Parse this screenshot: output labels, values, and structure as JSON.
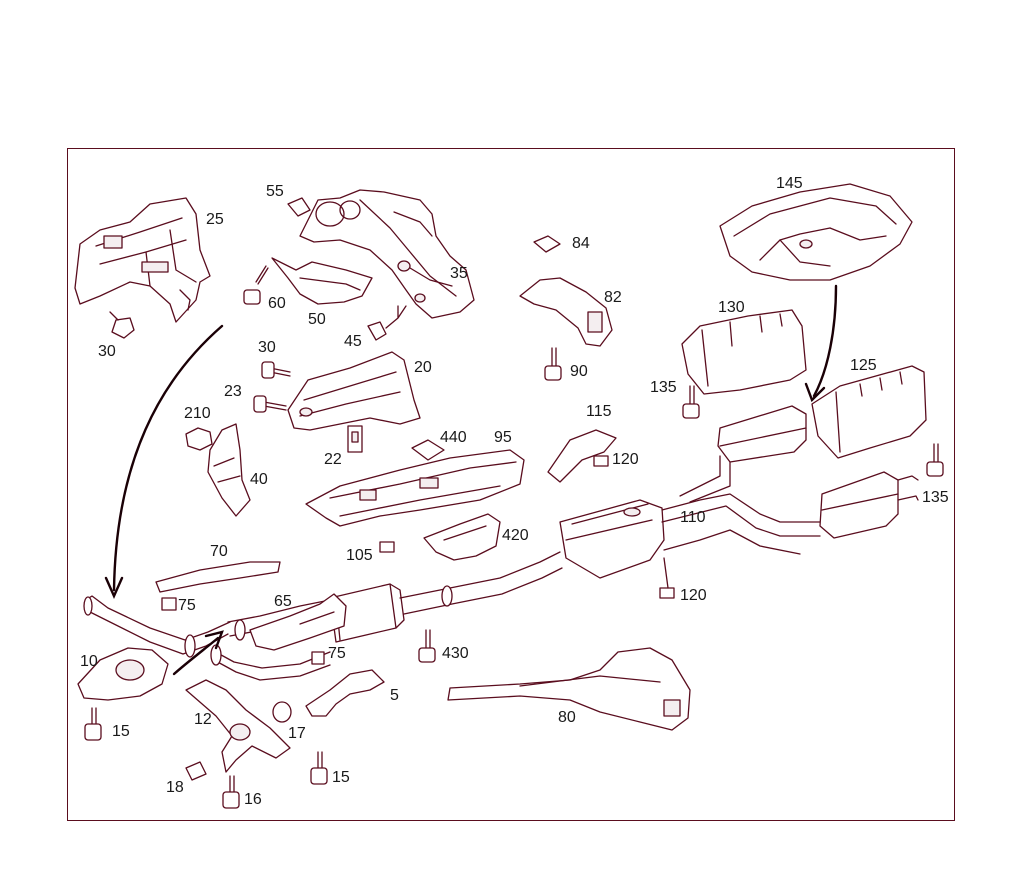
{
  "diagram": {
    "title": "",
    "line_color": "#5a0d1e",
    "label_color": "#1a1a1a"
  },
  "parts": [
    {
      "id": "p25",
      "label": "25",
      "kind": "heat-shield"
    },
    {
      "id": "p30a",
      "label": "30",
      "kind": "clip"
    },
    {
      "id": "p55",
      "label": "55",
      "kind": "nut"
    },
    {
      "id": "p35",
      "label": "35",
      "kind": "heat-shield"
    },
    {
      "id": "p60",
      "label": "60",
      "kind": "bolt"
    },
    {
      "id": "p50",
      "label": "50",
      "kind": "heat-shield"
    },
    {
      "id": "p45",
      "label": "45",
      "kind": "clip"
    },
    {
      "id": "p84",
      "label": "84",
      "kind": "nut"
    },
    {
      "id": "p82",
      "label": "82",
      "kind": "bracket"
    },
    {
      "id": "p90",
      "label": "90",
      "kind": "bolt"
    },
    {
      "id": "p145",
      "label": "145",
      "kind": "heat-shield"
    },
    {
      "id": "p130",
      "label": "130",
      "kind": "heat-shield"
    },
    {
      "id": "p125",
      "label": "125",
      "kind": "heat-shield"
    },
    {
      "id": "p135a",
      "label": "135",
      "kind": "bolt"
    },
    {
      "id": "p135b",
      "label": "135",
      "kind": "bolt"
    },
    {
      "id": "p30b",
      "label": "30",
      "kind": "bolt"
    },
    {
      "id": "p23",
      "label": "23",
      "kind": "bolt"
    },
    {
      "id": "p20",
      "label": "20",
      "kind": "heat-shield"
    },
    {
      "id": "p210",
      "label": "210",
      "kind": "clip"
    },
    {
      "id": "p40",
      "label": "40",
      "kind": "heat-shield"
    },
    {
      "id": "p22",
      "label": "22",
      "kind": "bracket"
    },
    {
      "id": "p440",
      "label": "440",
      "kind": "nut"
    },
    {
      "id": "p95",
      "label": "95",
      "kind": "heat-shield"
    },
    {
      "id": "p115",
      "label": "115",
      "kind": "bracket"
    },
    {
      "id": "p120a",
      "label": "120",
      "kind": "nut"
    },
    {
      "id": "p105",
      "label": "105",
      "kind": "nut"
    },
    {
      "id": "p420",
      "label": "420",
      "kind": "bracket"
    },
    {
      "id": "p110",
      "label": "110",
      "kind": "muffler"
    },
    {
      "id": "p120b",
      "label": "120",
      "kind": "nut"
    },
    {
      "id": "p70",
      "label": "70",
      "kind": "bracket"
    },
    {
      "id": "p75a",
      "label": "75",
      "kind": "nut"
    },
    {
      "id": "p65",
      "label": "65",
      "kind": "pipe"
    },
    {
      "id": "p75b",
      "label": "75",
      "kind": "nut"
    },
    {
      "id": "p430",
      "label": "430",
      "kind": "bolt"
    },
    {
      "id": "p10",
      "label": "10",
      "kind": "bracket"
    },
    {
      "id": "p15a",
      "label": "15",
      "kind": "bolt"
    },
    {
      "id": "p12",
      "label": "12",
      "kind": "bracket"
    },
    {
      "id": "p17",
      "label": "17",
      "kind": "nut"
    },
    {
      "id": "p5",
      "label": "5",
      "kind": "bracket"
    },
    {
      "id": "p18",
      "label": "18",
      "kind": "clip"
    },
    {
      "id": "p16",
      "label": "16",
      "kind": "bolt"
    },
    {
      "id": "p15b",
      "label": "15",
      "kind": "bolt"
    },
    {
      "id": "p80",
      "label": "80",
      "kind": "heat-shield"
    }
  ]
}
